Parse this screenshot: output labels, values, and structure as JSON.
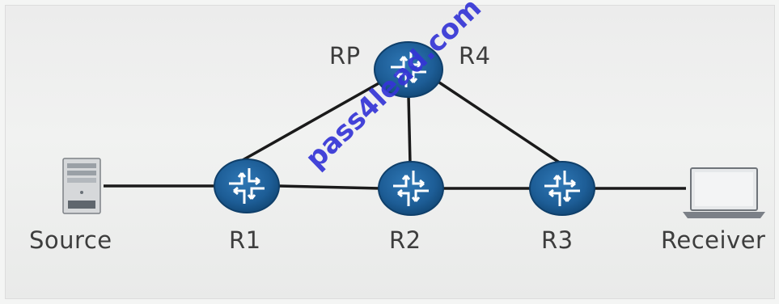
{
  "diagram": {
    "nodes": [
      {
        "id": "source",
        "label": "Source",
        "kind": "server"
      },
      {
        "id": "r1",
        "label": "R1",
        "kind": "router"
      },
      {
        "id": "r2",
        "label": "R2",
        "kind": "router"
      },
      {
        "id": "r3",
        "label": "R3",
        "kind": "router"
      },
      {
        "id": "r4",
        "label": "R4",
        "kind": "router"
      },
      {
        "id": "receiver",
        "label": "Receiver",
        "kind": "laptop"
      }
    ],
    "rp_label": "RP",
    "links": [
      [
        "source",
        "r1"
      ],
      [
        "r1",
        "r2"
      ],
      [
        "r2",
        "r3"
      ],
      [
        "r3",
        "receiver"
      ],
      [
        "r1",
        "r4"
      ],
      [
        "r4",
        "r2"
      ],
      [
        "r4",
        "r3"
      ]
    ],
    "colors": {
      "router": "#1d5d96",
      "router_edge": "#0f3f6a",
      "link": "#1a1a1a",
      "label": "#3d3d3d"
    }
  },
  "watermark": "pass4lead.com"
}
